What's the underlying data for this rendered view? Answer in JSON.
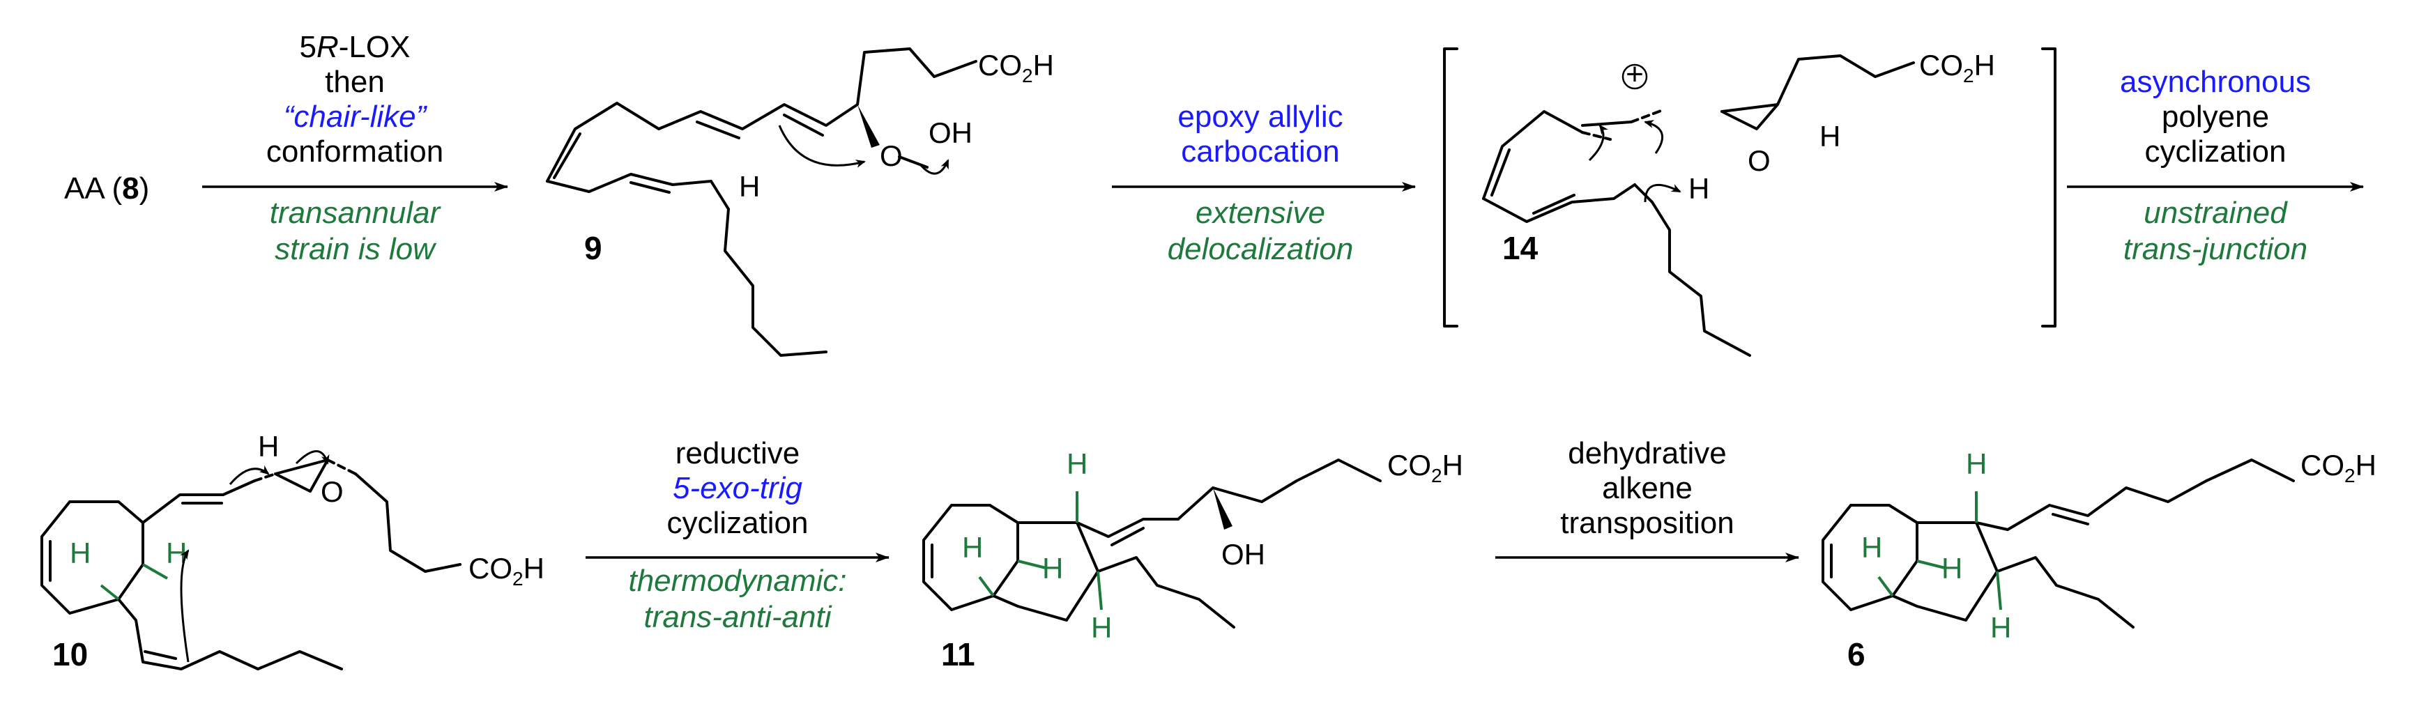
{
  "row1": {
    "start_label": "AA (",
    "start_bold": "8",
    "start_close": ")",
    "arrow1": {
      "above": [
        "5",
        "R",
        "-LOX",
        "then",
        "“chair-like”",
        "conformation"
      ],
      "below": [
        "transannular",
        "strain is low"
      ]
    },
    "arrow2": {
      "above": [
        "epoxy allylic",
        "carbocation"
      ],
      "below": [
        "extensive",
        "delocalization"
      ]
    },
    "arrow3": {
      "above": [
        "asynchronous",
        "polyene",
        "cyclization"
      ],
      "below": [
        "unstrained",
        "trans-junction"
      ]
    }
  },
  "row2": {
    "arrow4": {
      "above": [
        "reductive",
        "5-exo-trig",
        "cyclization"
      ],
      "below": [
        "thermodynamic:",
        "trans-anti-anti"
      ]
    },
    "arrow5": {
      "above": [
        "dehydrative",
        "alkene",
        "transposition"
      ]
    }
  },
  "compounds": {
    "c9": "9",
    "c14": "14",
    "c10": "10",
    "c11": "11",
    "c6": "6"
  },
  "atoms": {
    "co2h_main": "CO",
    "co2h_sub": "2",
    "co2h_tail": "H",
    "o": "O",
    "oh": "OH",
    "h": "H",
    "plus": "+"
  },
  "colors": {
    "blue": "#1a1aff",
    "green": "#1e7a3c"
  }
}
